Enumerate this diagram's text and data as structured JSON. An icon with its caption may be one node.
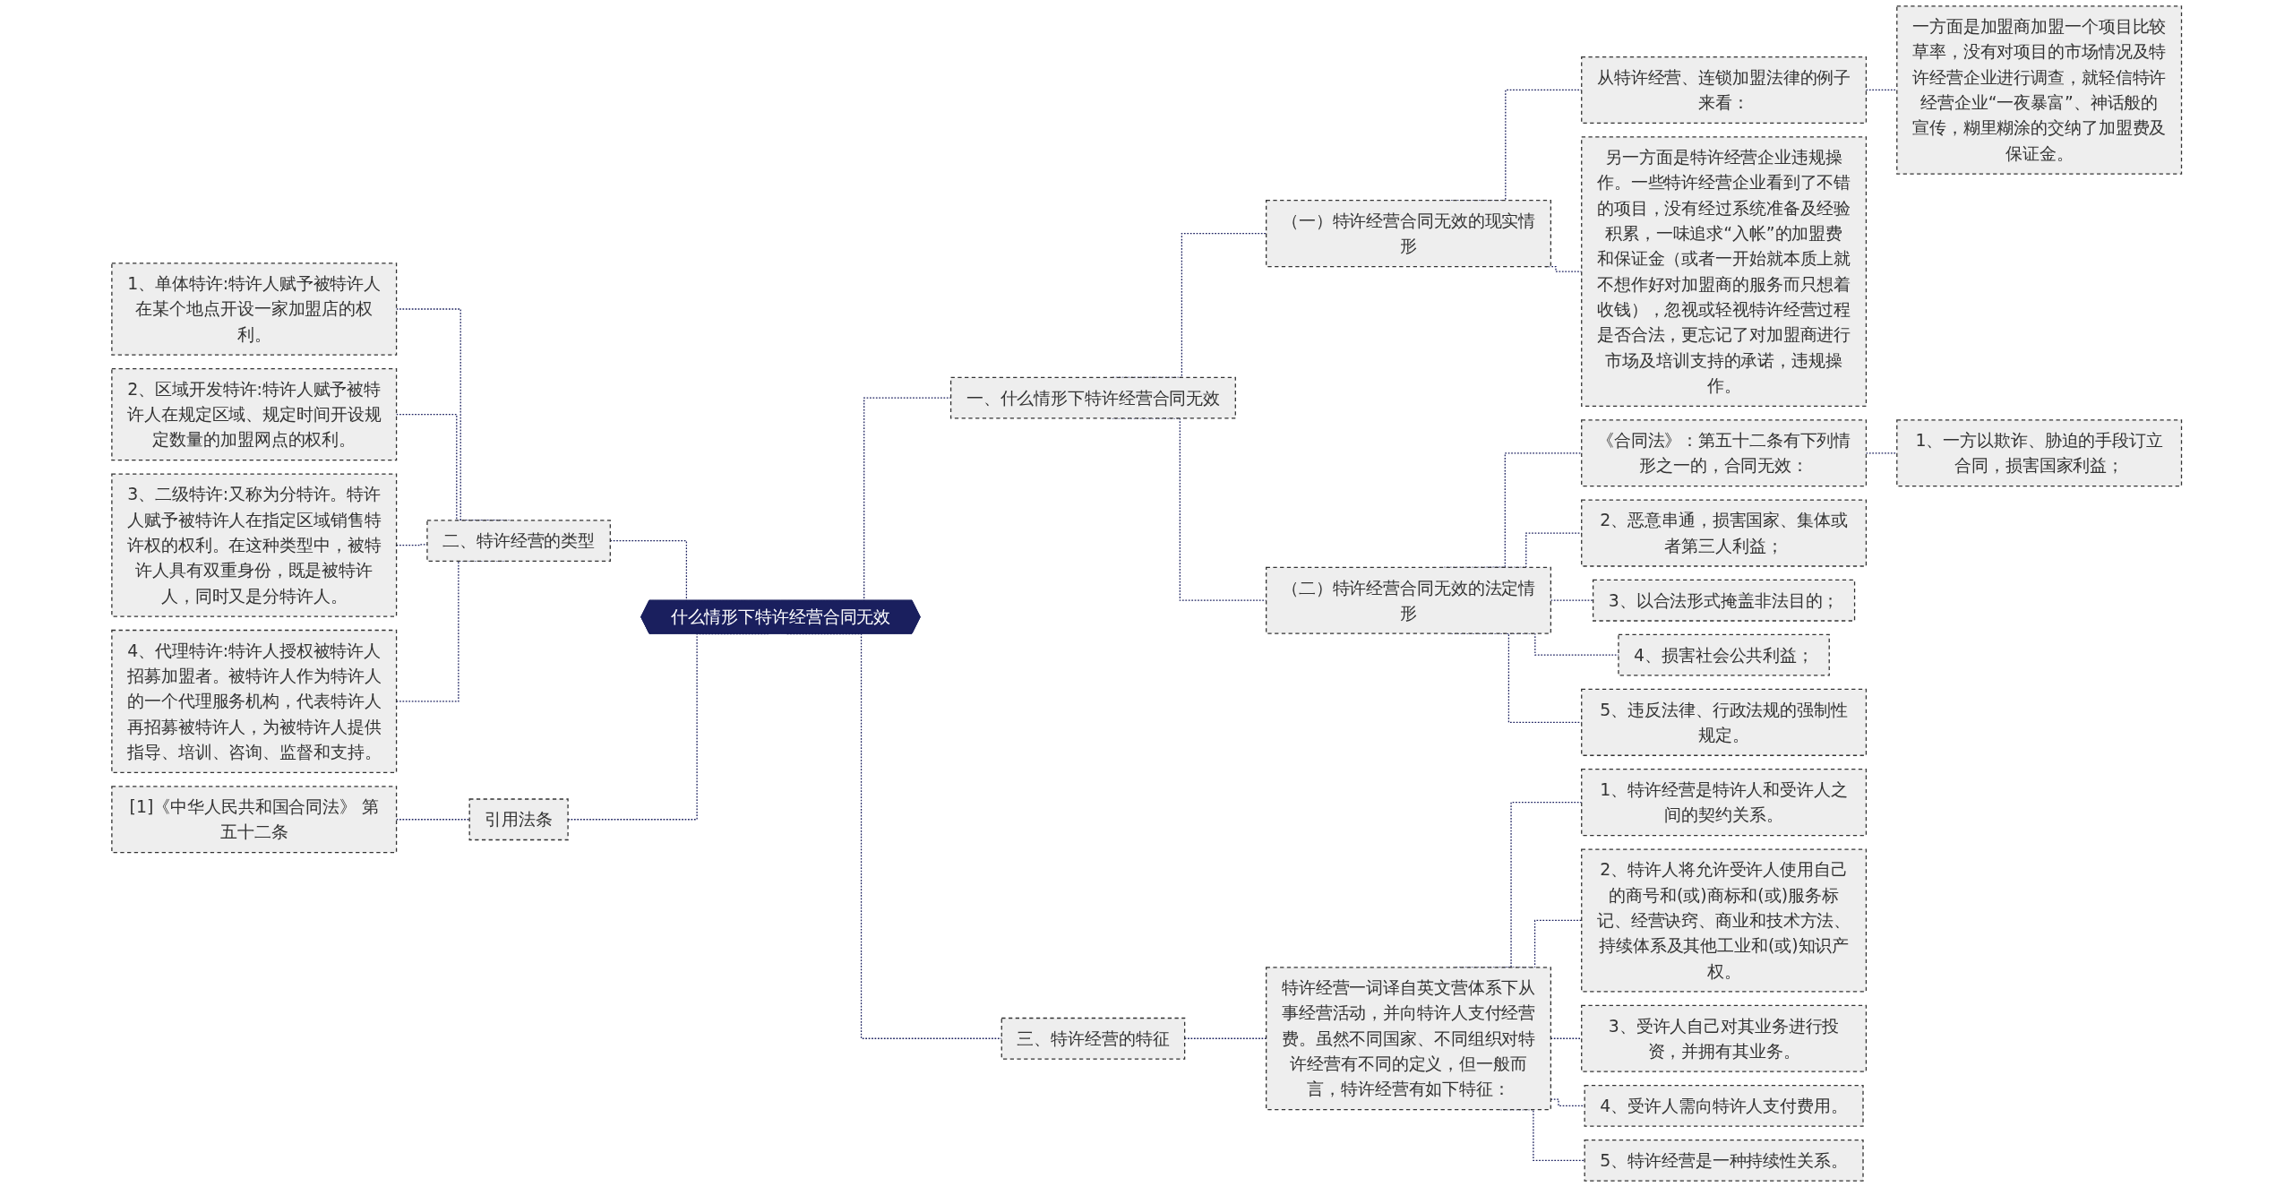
{
  "diagram": {
    "nodes": [
      {
        "text": [
          "什么情形下特许经营合同无效"
        ]
      },
      {
        "text": [
          "一、什么情形下特许经营合同无效"
        ]
      },
      {
        "text": [
          "（一）特许经营合同无效的现实情形"
        ]
      },
      {
        "text": [
          "从特许经营、连锁加盟法律的例子来看："
        ]
      },
      {
        "text": [
          "一方面是加盟商加盟一个项目比较草率，没有对项目的市场情况及特许经营企业进行调查，就轻信特许经营企业“一夜暴富”、神话般的宣传，糊里糊涂的交纳了加盟费及保证金。"
        ]
      },
      {
        "text": [
          "另一方面是特许经营企业违规操作。一些特许经营企业看到了不错的项目，没有经过系统准备及经验积累，一味追求“入帐”的加盟费和保证金（或者一开始就本质上就不想作好对加盟商的服务而只想着收钱），忽视或轻视特许经营过程是否合法，更忘记了对加盟商进行市场及培训支持的承诺，违规操作。"
        ]
      },
      {
        "text": [
          "（二）特许经营合同无效的法定情形"
        ]
      },
      {
        "text": [
          "《合同法》：第五十二条有下列情形之一的，合同无效："
        ]
      },
      {
        "text": [
          "1、一方以欺诈、胁迫的手段订立合同，损害国家利益；"
        ]
      },
      {
        "text": [
          "2、恶意串通，损害国家、集体或者第三人利益；"
        ]
      },
      {
        "text": [
          "3、以合法形式掩盖非法目的；"
        ]
      },
      {
        "text": [
          "4、损害社会公共利益；"
        ]
      },
      {
        "text": [
          "5、违反法律、行政法规的强制性规定。"
        ]
      },
      {
        "text": [
          "三、特许经营的特征"
        ]
      },
      {
        "text": [
          "特许经营一词译自英文营体系下从事经营活动，并向特许人支付经营费。虽然不同国家、不同组织对特许经营有不同的定义，但一般而言，特许经营有如下特征："
        ]
      },
      {
        "text": [
          "1、特许经营是特许人和受许人之间的契约关系。"
        ]
      },
      {
        "text": [
          "2、特许人将允许受许人使用自己的商号和(或)商标和(或)服务标记、经营诀窍、商业和技术方法、持续体系及其他工业和(或)知识产权。"
        ]
      },
      {
        "text": [
          "3、受许人自己对其业务进行投资，并拥有其业务。"
        ]
      },
      {
        "text": [
          "4、受许人需向特许人支付费用。"
        ]
      },
      {
        "text": [
          "5、特许经营是一种持续性关系。"
        ]
      },
      {
        "text": [
          "二、特许经营的类型"
        ]
      },
      {
        "text": [
          "1、单体特许:特许人赋予被特许人在某个地点开设一家加盟店的权利。"
        ]
      },
      {
        "text": [
          "2、区域开发特许:特许人赋予被特许人在规定区域、规定时间开设规定数量的加盟网点的权利。"
        ]
      },
      {
        "text": [
          "3、二级特许:又称为分特许。特许人赋予被特许人在指定区域销售特许权的权利。在这种类型中，被特许人具有双重身份，既是被特许人，同时又是分特许人。"
        ]
      },
      {
        "text": [
          "4、代理特许:特许人授权被特许人招募加盟者。被特许人作为特许人的一个代理服务机构，代表特许人再招募被特许人，为被特许人提供指导、培训、咨询、监督和支持。"
        ]
      },
      {
        "text": [
          "引用法条"
        ]
      },
      {
        "text": [
          "[1]《中华人民共和国合同法》 第五十二条"
        ]
      }
    ],
    "edges": [
      {
        "from": 0,
        "to": 1,
        "arrow": "none",
        "style": "dashed"
      },
      {
        "from": 1,
        "to": 2,
        "arrow": "none",
        "style": "dashed"
      },
      {
        "from": 2,
        "to": 3,
        "arrow": "none",
        "style": "dashed"
      },
      {
        "from": 3,
        "to": 4,
        "arrow": "none",
        "style": "dashed"
      },
      {
        "from": 2,
        "to": 5,
        "arrow": "none",
        "style": "dashed"
      },
      {
        "from": 1,
        "to": 6,
        "arrow": "none",
        "style": "dashed"
      },
      {
        "from": 6,
        "to": 7,
        "arrow": "none",
        "style": "dashed"
      },
      {
        "from": 7,
        "to": 8,
        "arrow": "none",
        "style": "dashed"
      },
      {
        "from": 6,
        "to": 9,
        "arrow": "none",
        "style": "dashed"
      },
      {
        "from": 6,
        "to": 10,
        "arrow": "none",
        "style": "dashed"
      },
      {
        "from": 6,
        "to": 11,
        "arrow": "none",
        "style": "dashed"
      },
      {
        "from": 6,
        "to": 12,
        "arrow": "none",
        "style": "dashed"
      },
      {
        "from": 0,
        "to": 13,
        "arrow": "none",
        "style": "dashed"
      },
      {
        "from": 13,
        "to": 14,
        "arrow": "none",
        "style": "dashed"
      },
      {
        "from": 14,
        "to": 15,
        "arrow": "none",
        "style": "dashed"
      },
      {
        "from": 14,
        "to": 16,
        "arrow": "none",
        "style": "dashed"
      },
      {
        "from": 14,
        "to": 17,
        "arrow": "none",
        "style": "dashed"
      },
      {
        "from": 14,
        "to": 18,
        "arrow": "none",
        "style": "dashed"
      },
      {
        "from": 14,
        "to": 19,
        "arrow": "none",
        "style": "dashed"
      },
      {
        "from": 0,
        "to": 20,
        "arrow": "none",
        "style": "dashed"
      },
      {
        "from": 20,
        "to": 21,
        "arrow": "none",
        "style": "dashed"
      },
      {
        "from": 20,
        "to": 22,
        "arrow": "none",
        "style": "dashed"
      },
      {
        "from": 20,
        "to": 23,
        "arrow": "none",
        "style": "dashed"
      },
      {
        "from": 20,
        "to": 24,
        "arrow": "none",
        "style": "dashed"
      },
      {
        "from": 0,
        "to": 25,
        "arrow": "none",
        "style": "dashed"
      },
      {
        "from": 25,
        "to": 26,
        "arrow": "none",
        "style": "dashed"
      }
    ]
  }
}
